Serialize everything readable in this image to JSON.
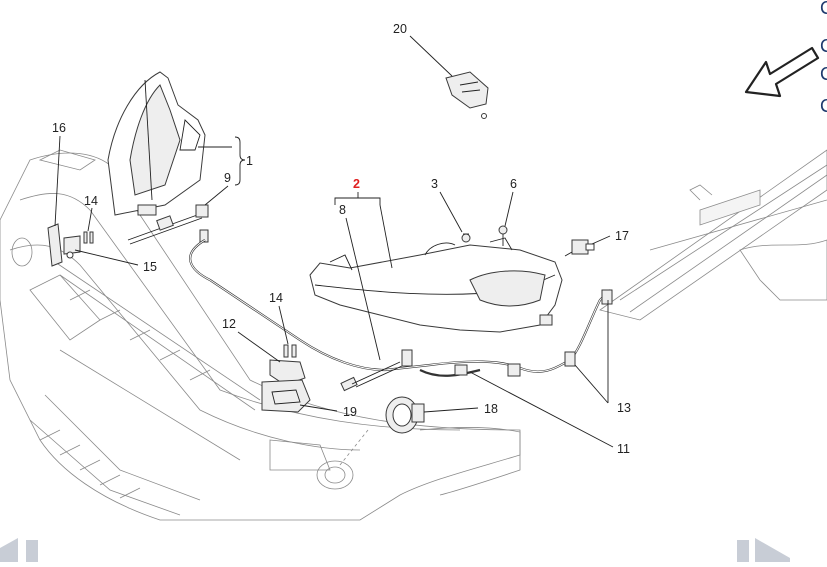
{
  "diagram": {
    "callouts": [
      {
        "id": "c1",
        "text": "1"
      },
      {
        "id": "c2",
        "text": "2"
      },
      {
        "id": "c3",
        "text": "3"
      },
      {
        "id": "c6",
        "text": "6"
      },
      {
        "id": "c8",
        "text": "8"
      },
      {
        "id": "c9",
        "text": "9"
      },
      {
        "id": "c11",
        "text": "11"
      },
      {
        "id": "c12",
        "text": "12"
      },
      {
        "id": "c13",
        "text": "13"
      },
      {
        "id": "c14a",
        "text": "14"
      },
      {
        "id": "c14b",
        "text": "14"
      },
      {
        "id": "c15",
        "text": "15"
      },
      {
        "id": "c16",
        "text": "16"
      },
      {
        "id": "c17",
        "text": "17"
      },
      {
        "id": "c18",
        "text": "18"
      },
      {
        "id": "c19",
        "text": "19"
      },
      {
        "id": "c20",
        "text": "20"
      }
    ],
    "highlight_color": "#e02020",
    "line_color": "#222222"
  },
  "navigation": {
    "prev_icon": "previous-arrow-icon",
    "next_icon": "next-arrow-icon",
    "nav_color": "#c8cdd6"
  }
}
